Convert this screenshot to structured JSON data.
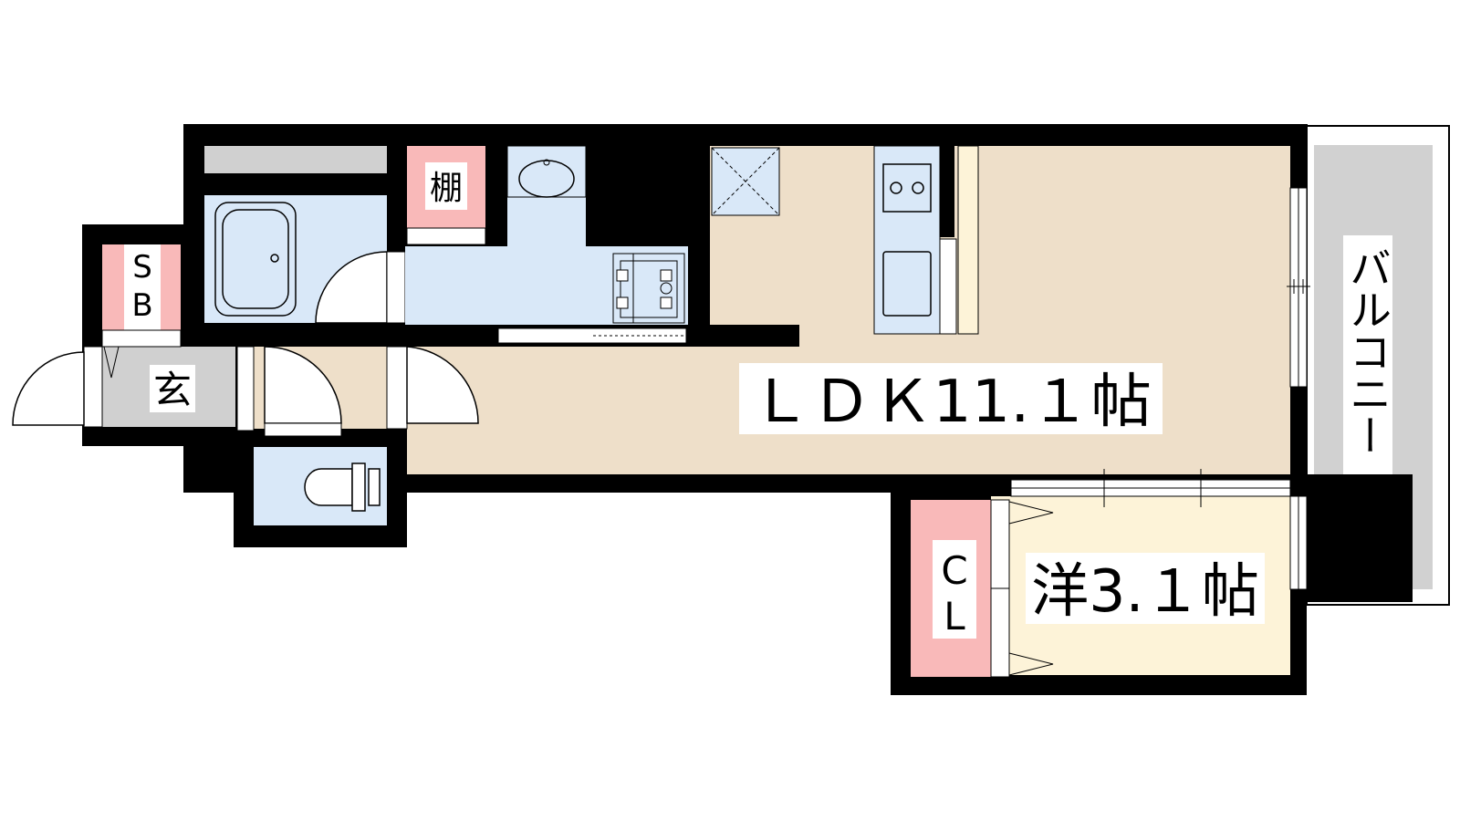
{
  "floorplan": {
    "rooms": {
      "ldk": "ＬＤＫ11.１帖",
      "western": "洋3.１帖",
      "closet_top": "C",
      "closet_bottom": "L",
      "shoebox_top": "S",
      "shoebox_bottom": "B",
      "entrance": "玄",
      "shelf": "棚",
      "balcony": "バルコニー"
    },
    "colors": {
      "wall": "#000000",
      "ldk_floor": "#eedfc9",
      "western_floor": "#fdf3d8",
      "wet_area": "#d9e8f8",
      "storage": "#f9b9b9",
      "entrance_floor": "#d0d0d0",
      "balcony": "#d1d1d1"
    }
  }
}
